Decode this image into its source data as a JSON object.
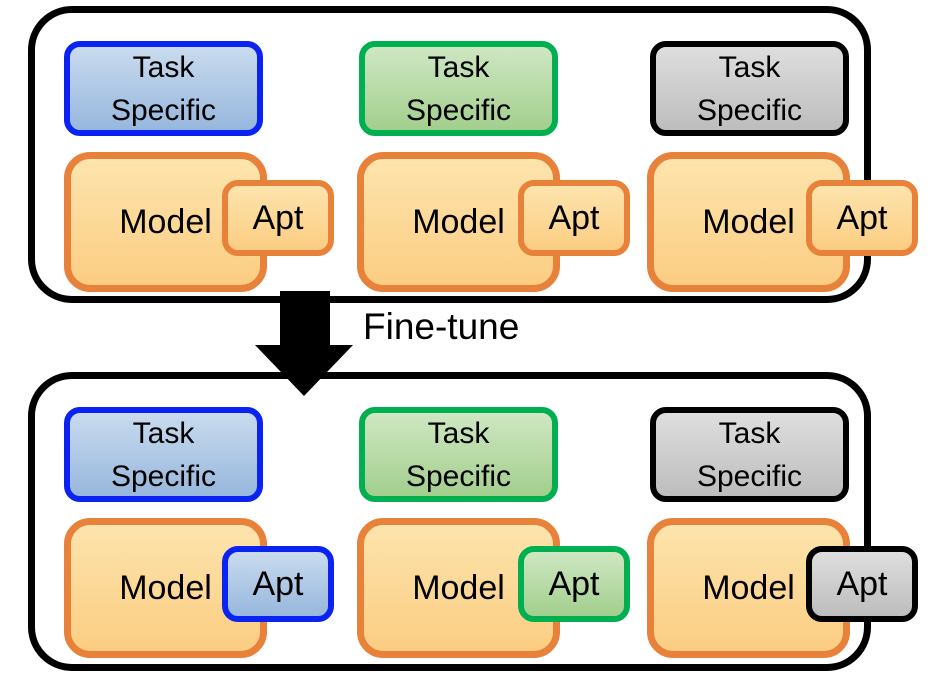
{
  "diagram": {
    "arrow": {
      "label": "Fine-tune",
      "direction": "down",
      "color": "#000000"
    },
    "panels": [
      {
        "position": "top",
        "columns": [
          {
            "task_line1": "Task",
            "task_line2": "Specific",
            "task_theme": "blue",
            "model_label": "Model",
            "adapter_label": "Apt",
            "adapter_theme": "orange"
          },
          {
            "task_line1": "Task",
            "task_line2": "Specific",
            "task_theme": "green",
            "model_label": "Model",
            "adapter_label": "Apt",
            "adapter_theme": "orange"
          },
          {
            "task_line1": "Task",
            "task_line2": "Specific",
            "task_theme": "gray",
            "model_label": "Model",
            "adapter_label": "Apt",
            "adapter_theme": "orange"
          }
        ]
      },
      {
        "position": "bottom",
        "columns": [
          {
            "task_line1": "Task",
            "task_line2": "Specific",
            "task_theme": "blue",
            "model_label": "Model",
            "adapter_label": "Apt",
            "adapter_theme": "blue"
          },
          {
            "task_line1": "Task",
            "task_line2": "Specific",
            "task_theme": "green",
            "model_label": "Model",
            "adapter_label": "Apt",
            "adapter_theme": "green"
          },
          {
            "task_line1": "Task",
            "task_line2": "Specific",
            "task_theme": "gray",
            "model_label": "Model",
            "adapter_label": "Apt",
            "adapter_theme": "gray"
          }
        ]
      }
    ],
    "colors": {
      "blue_fill_top": "#c9dbee",
      "blue_fill_bottom": "#97b7dd",
      "blue_border": "#0b23f2",
      "green_fill_top": "#cfe7c3",
      "green_fill_bottom": "#a2cf8d",
      "green_border": "#00b050",
      "gray_fill_top": "#dedede",
      "gray_fill_bottom": "#bdbdbd",
      "gray_border": "#000000",
      "orange_fill_top": "#fde4ad",
      "orange_fill_bottom": "#fbcd82",
      "orange_border": "#e8813a",
      "outline": "#000000",
      "background": "#ffffff",
      "text": "#000000"
    }
  }
}
